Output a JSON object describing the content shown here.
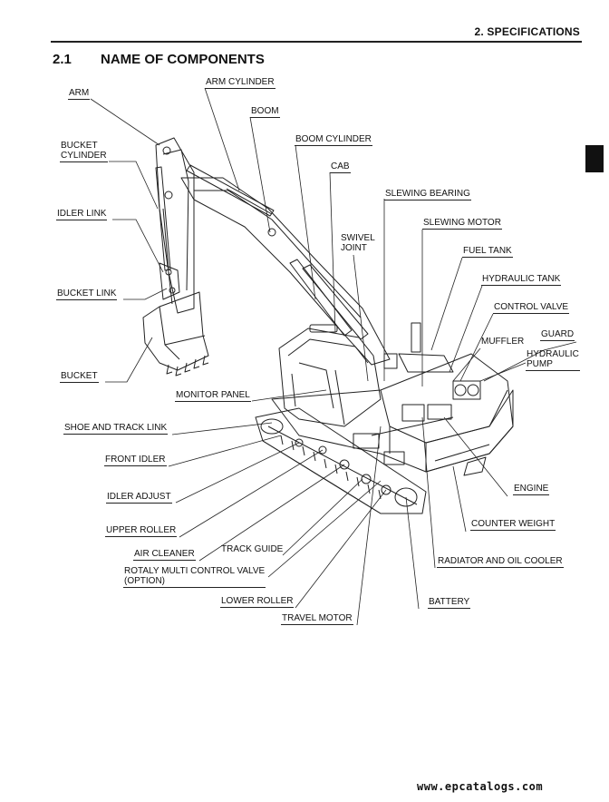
{
  "header": {
    "section": "2. SPECIFICATIONS"
  },
  "title": {
    "number": "2.1",
    "text": "NAME OF COMPONENTS"
  },
  "labels": {
    "arm": "ARM",
    "arm_cylinder": "ARM CYLINDER",
    "boom": "BOOM",
    "boom_cylinder": "BOOM CYLINDER",
    "bucket_cylinder": "BUCKET\nCYLINDER",
    "cab": "CAB",
    "slewing_bearing": "SLEWING BEARING",
    "slewing_motor": "SLEWING MOTOR",
    "swivel_joint": "SWIVEL\nJOINT",
    "idler_link": "IDLER LINK",
    "fuel_tank": "FUEL TANK",
    "hydraulic_tank": "HYDRAULIC TANK",
    "bucket_link": "BUCKET LINK",
    "control_valve": "CONTROL VALVE",
    "guard": "GUARD",
    "muffler": "MUFFLER",
    "hydraulic_pump": "HYDRAULIC\nPUMP",
    "bucket": "BUCKET",
    "monitor_panel": "MONITOR PANEL",
    "shoe_and_track_link": "SHOE AND TRACK LINK",
    "front_idler": "FRONT IDLER",
    "engine": "ENGINE",
    "idler_adjust": "IDLER ADJUST",
    "counter_weight": "COUNTER WEIGHT",
    "upper_roller": "UPPER ROLLER",
    "air_cleaner": "AIR CLEANER",
    "track_guide": "TRACK GUIDE",
    "radiator_oil_cooler": "RADIATOR AND OIL COOLER",
    "rotaly_valve": "ROTALY MULTI CONTROL VALVE\n(OPTION)",
    "lower_roller": "LOWER ROLLER",
    "battery": "BATTERY",
    "travel_motor": "TRAVEL MOTOR"
  },
  "footer": {
    "url": "www.epcatalogs.com"
  }
}
